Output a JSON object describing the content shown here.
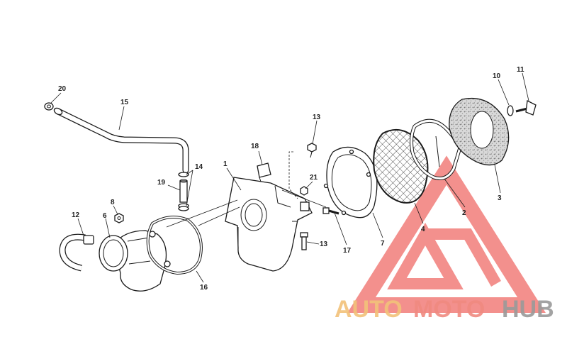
{
  "callouts": {
    "c1": "1",
    "c2": "2",
    "c3": "3",
    "c4": "4",
    "c6": "6",
    "c7": "7",
    "c8": "8",
    "c10": "10",
    "c11": "11",
    "c12": "12",
    "c13a": "13",
    "c13b": "13",
    "c14": "14",
    "c15": "15",
    "c16": "16",
    "c17": "17",
    "c18": "18",
    "c19": "19",
    "c20": "20",
    "c21": "21"
  },
  "watermark": {
    "auto": "AUTO",
    "moto": "MOTO",
    "hub": "HUB",
    "colors": {
      "auto": "#f2c27a",
      "moto": "#f08a80",
      "hub": "#9a9a9a",
      "triangle": "#ef6b67"
    }
  }
}
